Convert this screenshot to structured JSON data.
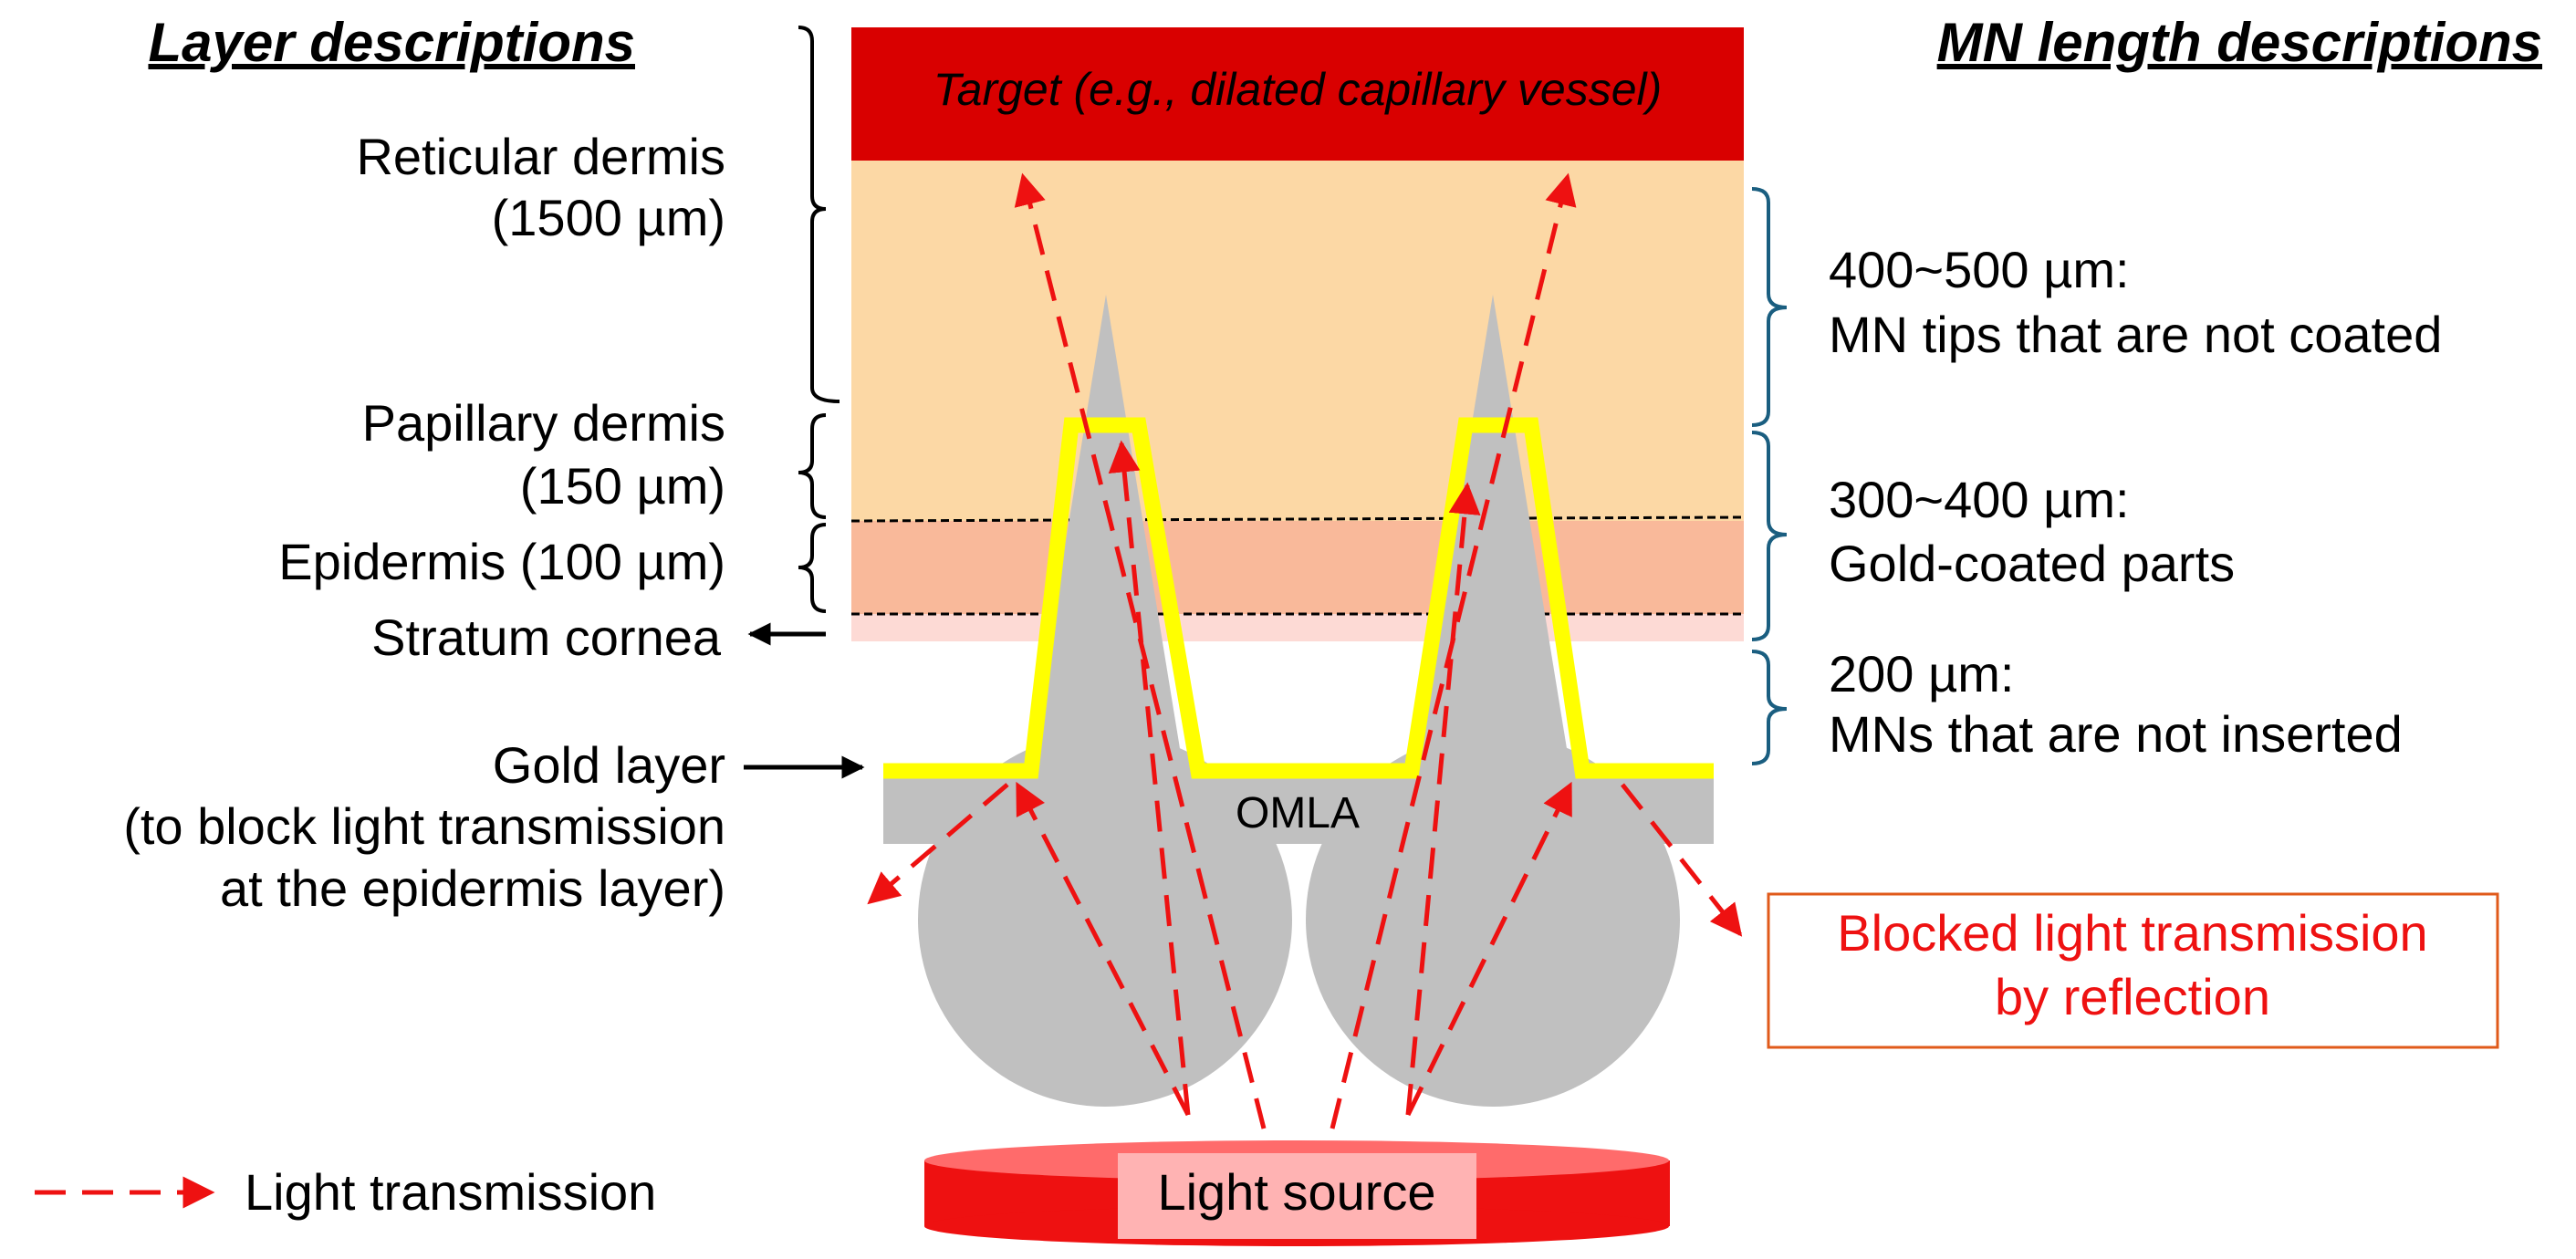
{
  "headers": {
    "left": "Layer descriptions",
    "right": "MN length descriptions"
  },
  "target": "Target (e.g., dilated capillary vessel)",
  "layers": {
    "reticular_line1": "Reticular dermis",
    "reticular_line2": "(1500 µm)",
    "papillary_line1": "Papillary dermis",
    "papillary_line2": "(150 µm)",
    "epidermis": "Epidermis (100 µm)",
    "stratum": "Stratum cornea"
  },
  "gold_layer": {
    "line1": "Gold layer",
    "line2": "(to block light transmission",
    "line3": "at the epidermis layer)"
  },
  "mn_lengths": [
    {
      "length": "400~500 µm:",
      "description": "MN tips that are not coated"
    },
    {
      "length": "300~400 µm:",
      "description": "Gold-coated parts"
    },
    {
      "length": "200 µm:",
      "description": "MNs that are not inserted"
    }
  ],
  "omla": "OMLA",
  "blocked": {
    "line1": "Blocked light transmission",
    "line2": "by reflection"
  },
  "legend": "Light transmission",
  "light_source": "Light source",
  "colors": {
    "target": "#d90000",
    "reticular": "#fcd8a5",
    "epidermis": "#f9b99a",
    "stratum": "#fddad5",
    "omla": "#c0c0c0",
    "gold": "#ffff00",
    "light": "#ee1111",
    "bracket": "#1a5e80",
    "blocked_border": "#e05a1a"
  }
}
